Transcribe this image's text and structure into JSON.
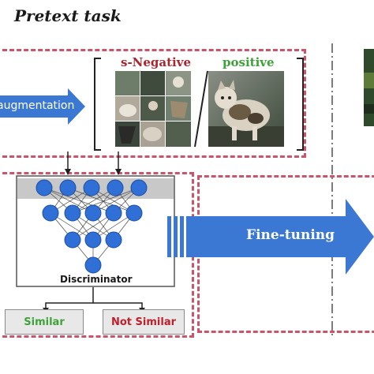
{
  "title": "Pretext task",
  "augmentation": {
    "label": "augmentation"
  },
  "negative": {
    "label": "s-Negative"
  },
  "positive": {
    "label": "positive"
  },
  "discriminator": {
    "label": "Discriminator"
  },
  "outputs": {
    "similar": "Similar",
    "not_similar": "Not Similar"
  },
  "finetune": {
    "label": "Fine-tuning"
  },
  "colors": {
    "dash_border": "#c9546b",
    "arrow_blue": "#3a78d4",
    "node_blue": "#2f6fd6",
    "similar_text": "#3ea23a",
    "not_similar_text": "#c0202a",
    "negative_text": "#a8262f",
    "positive_text": "#3ea23a"
  }
}
